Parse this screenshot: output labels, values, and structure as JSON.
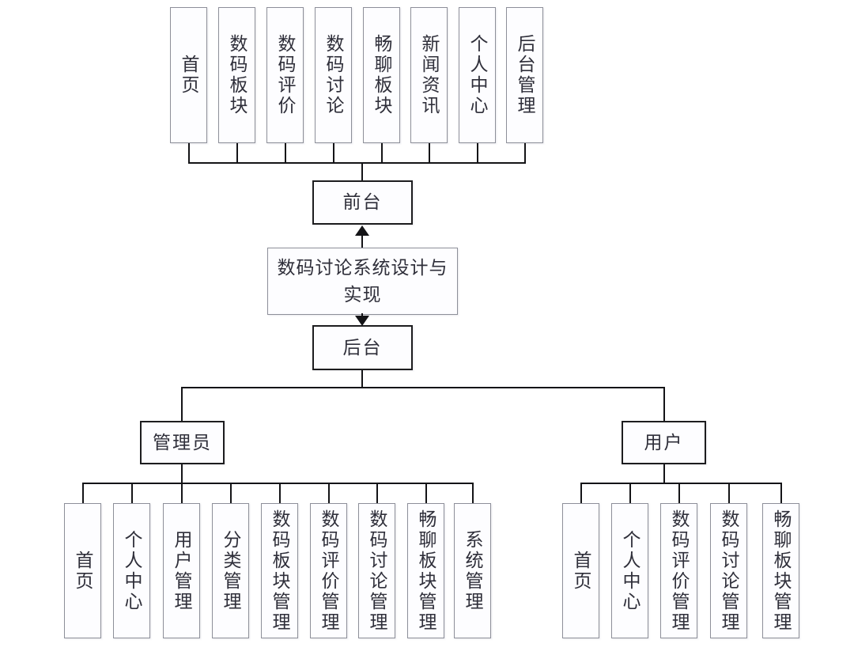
{
  "diagram": {
    "title": "数码讨论系统设计与实现",
    "root_label": "数码讨论系统设计与实现",
    "frontend_label": "前台",
    "backend_label": "后台",
    "admin_label": "管理员",
    "user_label": "用户",
    "frontend_items": [
      {
        "label": "首页"
      },
      {
        "label": "数码板块"
      },
      {
        "label": "数码评价"
      },
      {
        "label": "数码讨论"
      },
      {
        "label": "畅聊板块"
      },
      {
        "label": "新闻资讯"
      },
      {
        "label": "个人中心"
      },
      {
        "label": "后台管理"
      }
    ],
    "admin_items": [
      {
        "label": "首页"
      },
      {
        "label": "个人中心"
      },
      {
        "label": "用户管理"
      },
      {
        "label": "分类管理"
      },
      {
        "label": "数码板块管理"
      },
      {
        "label": "数码评价管理"
      },
      {
        "label": "数码讨论管理"
      },
      {
        "label": "畅聊板块管理"
      },
      {
        "label": "系统管理"
      }
    ],
    "user_items": [
      {
        "label": "首页"
      },
      {
        "label": "个人中心"
      },
      {
        "label": "数码评价管理"
      },
      {
        "label": "数码讨论管理"
      },
      {
        "label": "畅聊板块管理"
      }
    ],
    "colors": {
      "line": "#141417",
      "box_border_thin": "#8d8f99",
      "box_border_bold": "#1d1d1f",
      "text": "#2f2f3a",
      "background": "#ffffff"
    }
  }
}
